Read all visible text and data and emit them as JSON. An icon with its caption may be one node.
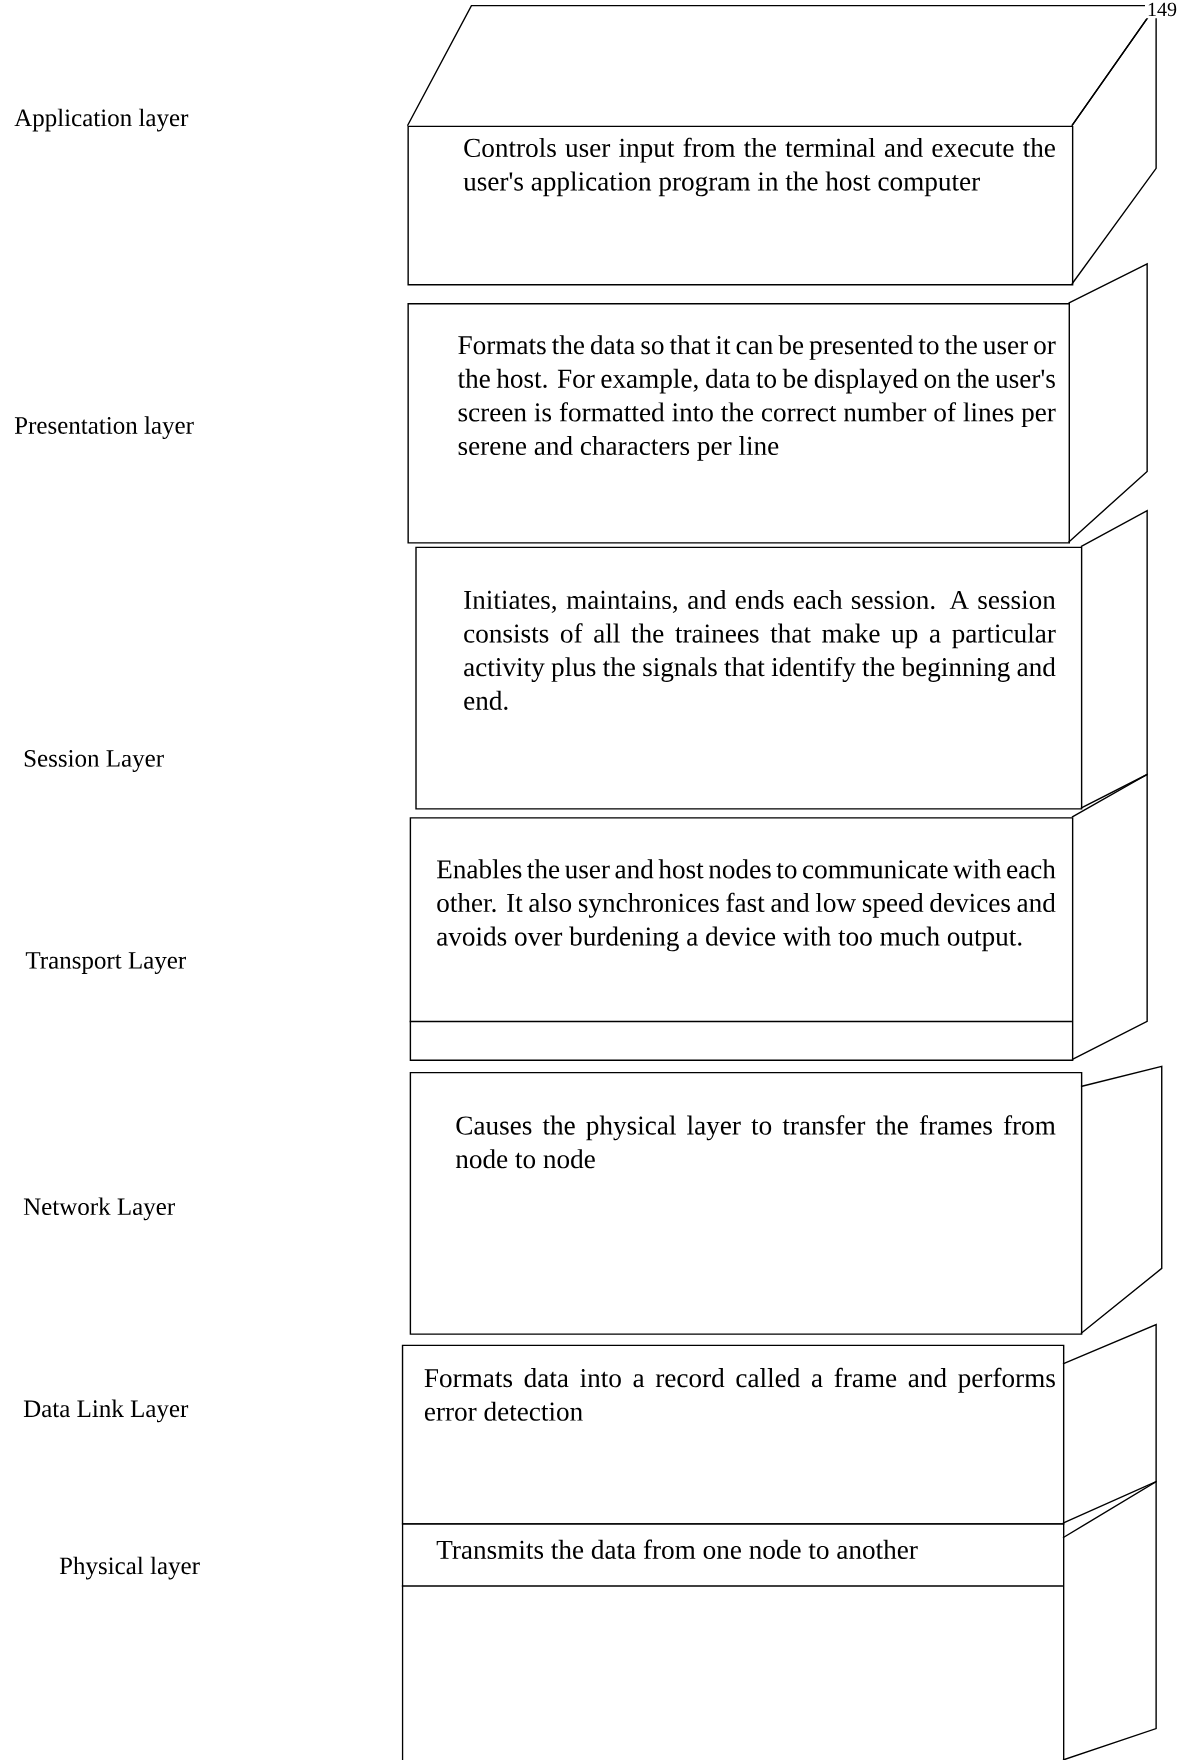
{
  "diagram": {
    "nodes": [
      {
        "text": [
          "Controls user input from the terminal and execute the user's application program in the host computer"
        ]
      },
      {
        "text": [
          "Formats the data so that it can be presented to the user or the host.  For example, data to be displayed on the user's screen is formatted into the correct number of lines per serene and characters per line"
        ]
      },
      {
        "text": [
          "Initiates, maintains, and ends each session.  A session consists of all the trainees that make up a particular activity plus the signals that identify the beginning and end."
        ]
      },
      {
        "text": [
          "Enables the user and host nodes to communicate with each other.  It also synchronices fast and low speed devices and avoids over burdening a device with too much output."
        ]
      },
      {
        "text": [
          "Causes the physical layer to transfer the frames from node to node"
        ]
      },
      {
        "text": [
          "Formats data into a record called a frame and performs error detection"
        ]
      },
      {
        "text": [
          "Transmits the data from one node to another"
        ]
      }
    ],
    "labels": [
      "149",
      "Application layer",
      "Presentation layer",
      "Session Layer",
      "Transport Layer",
      "Network Layer",
      "Data Link Layer",
      "Physical layer"
    ]
  }
}
